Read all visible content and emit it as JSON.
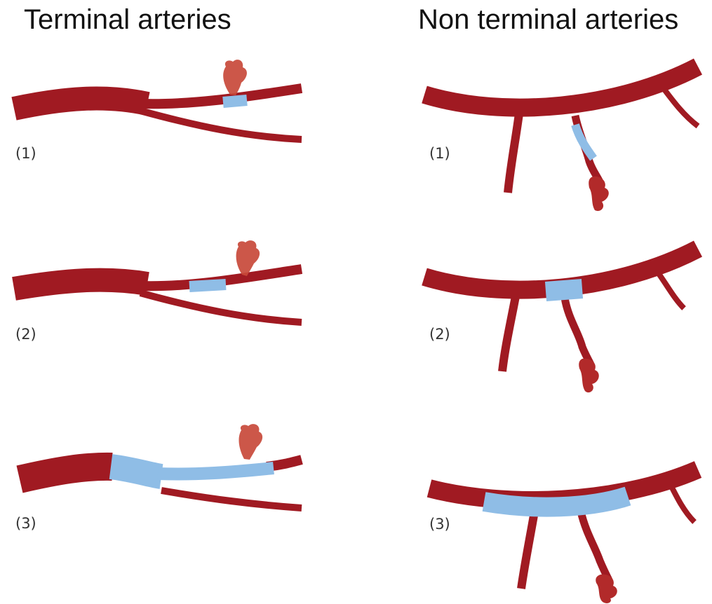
{
  "titles": {
    "left": "Terminal arteries",
    "right": "Non terminal arteries"
  },
  "panels": {
    "left": [
      {
        "label": "(1)"
      },
      {
        "label": "(2)"
      },
      {
        "label": "(3)"
      }
    ],
    "right": [
      {
        "label": "(1)"
      },
      {
        "label": "(2)"
      },
      {
        "label": "(3)"
      }
    ]
  },
  "colors": {
    "artery": "#a01a22",
    "occlusion": "#8fbde6",
    "hemorrhage": "#c8493a",
    "background": "#ffffff"
  }
}
